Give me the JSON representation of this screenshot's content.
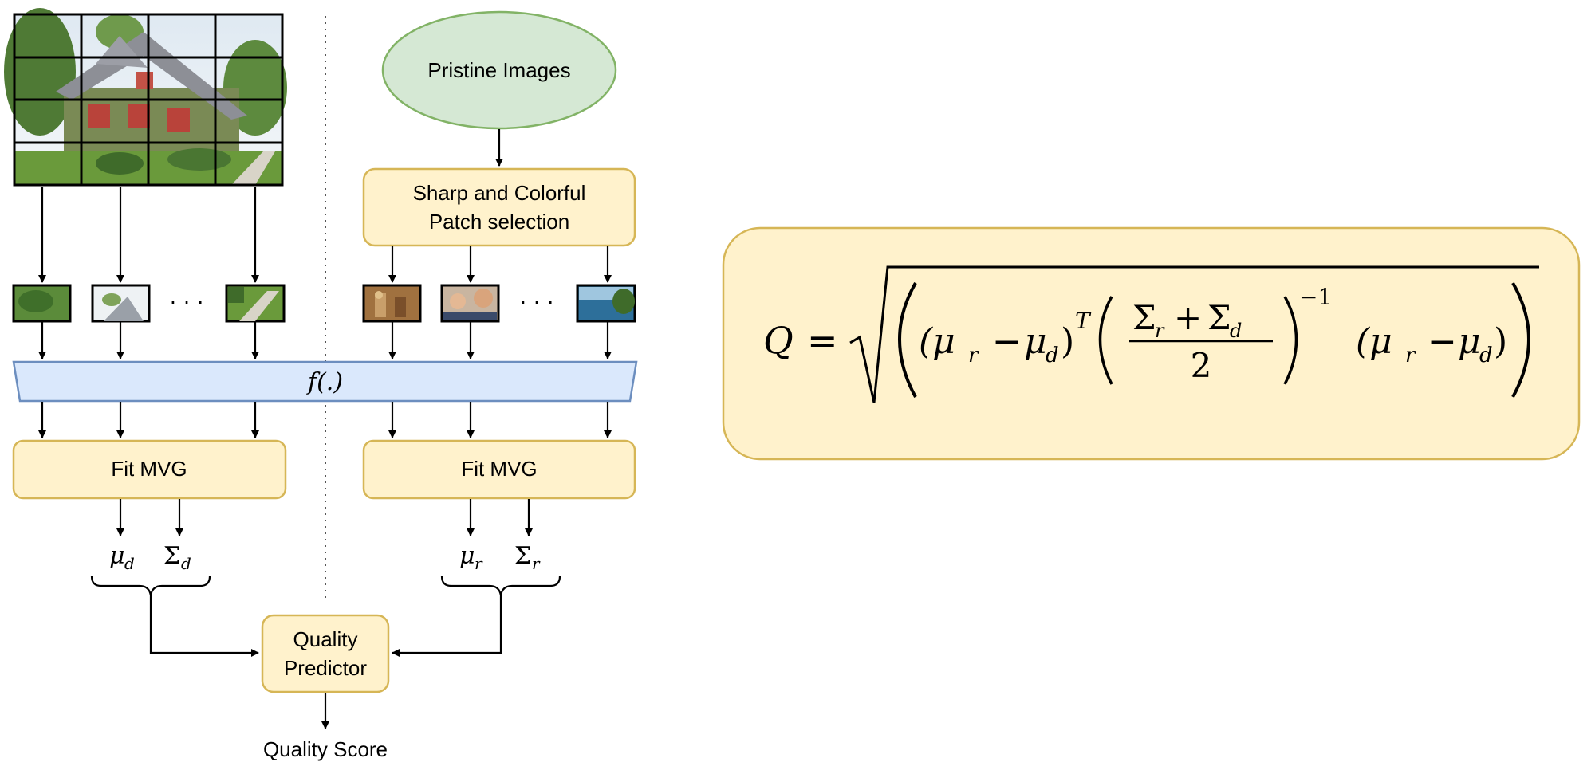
{
  "nodes": {
    "pristine": "Pristine Images",
    "patch_selection_line1": "Sharp and Colorful",
    "patch_selection_line2": "Patch selection",
    "feature_extractor": "f(.)",
    "fit_mvg_left": "Fit MVG",
    "fit_mvg_right": "Fit MVG",
    "quality_predictor_line1": "Quality",
    "quality_predictor_line2": "Predictor",
    "quality_score": "Quality Score",
    "ellipsis": "· · ·"
  },
  "symbols": {
    "mu_d": "μ",
    "mu_d_sub": "d",
    "sigma_d": "Σ",
    "sigma_d_sub": "d",
    "mu_r": "μ",
    "mu_r_sub": "r",
    "sigma_r": "Σ",
    "sigma_r_sub": "r"
  },
  "formula": {
    "lhs": "Q",
    "equals": "=",
    "term1": "(μ",
    "r": "r",
    "minus": "−",
    "mu": "μ",
    "d": "d",
    "close_T": ")",
    "T": "T",
    "numerator_sigma": "Σ",
    "plus": "+",
    "denominator": "2",
    "neg_one": "−1",
    "term3": "(μ",
    "close": ")"
  },
  "colors": {
    "yellow_fill": "#fff2cc",
    "yellow_stroke": "#d6b656",
    "green_fill": "#d5e8d4",
    "green_stroke": "#82b366",
    "blue_fill": "#dae8fc",
    "blue_stroke": "#6c8ebf"
  },
  "icons": {
    "distorted_image": "house-photo-grid",
    "patch_images": "photo-thumbnail"
  }
}
